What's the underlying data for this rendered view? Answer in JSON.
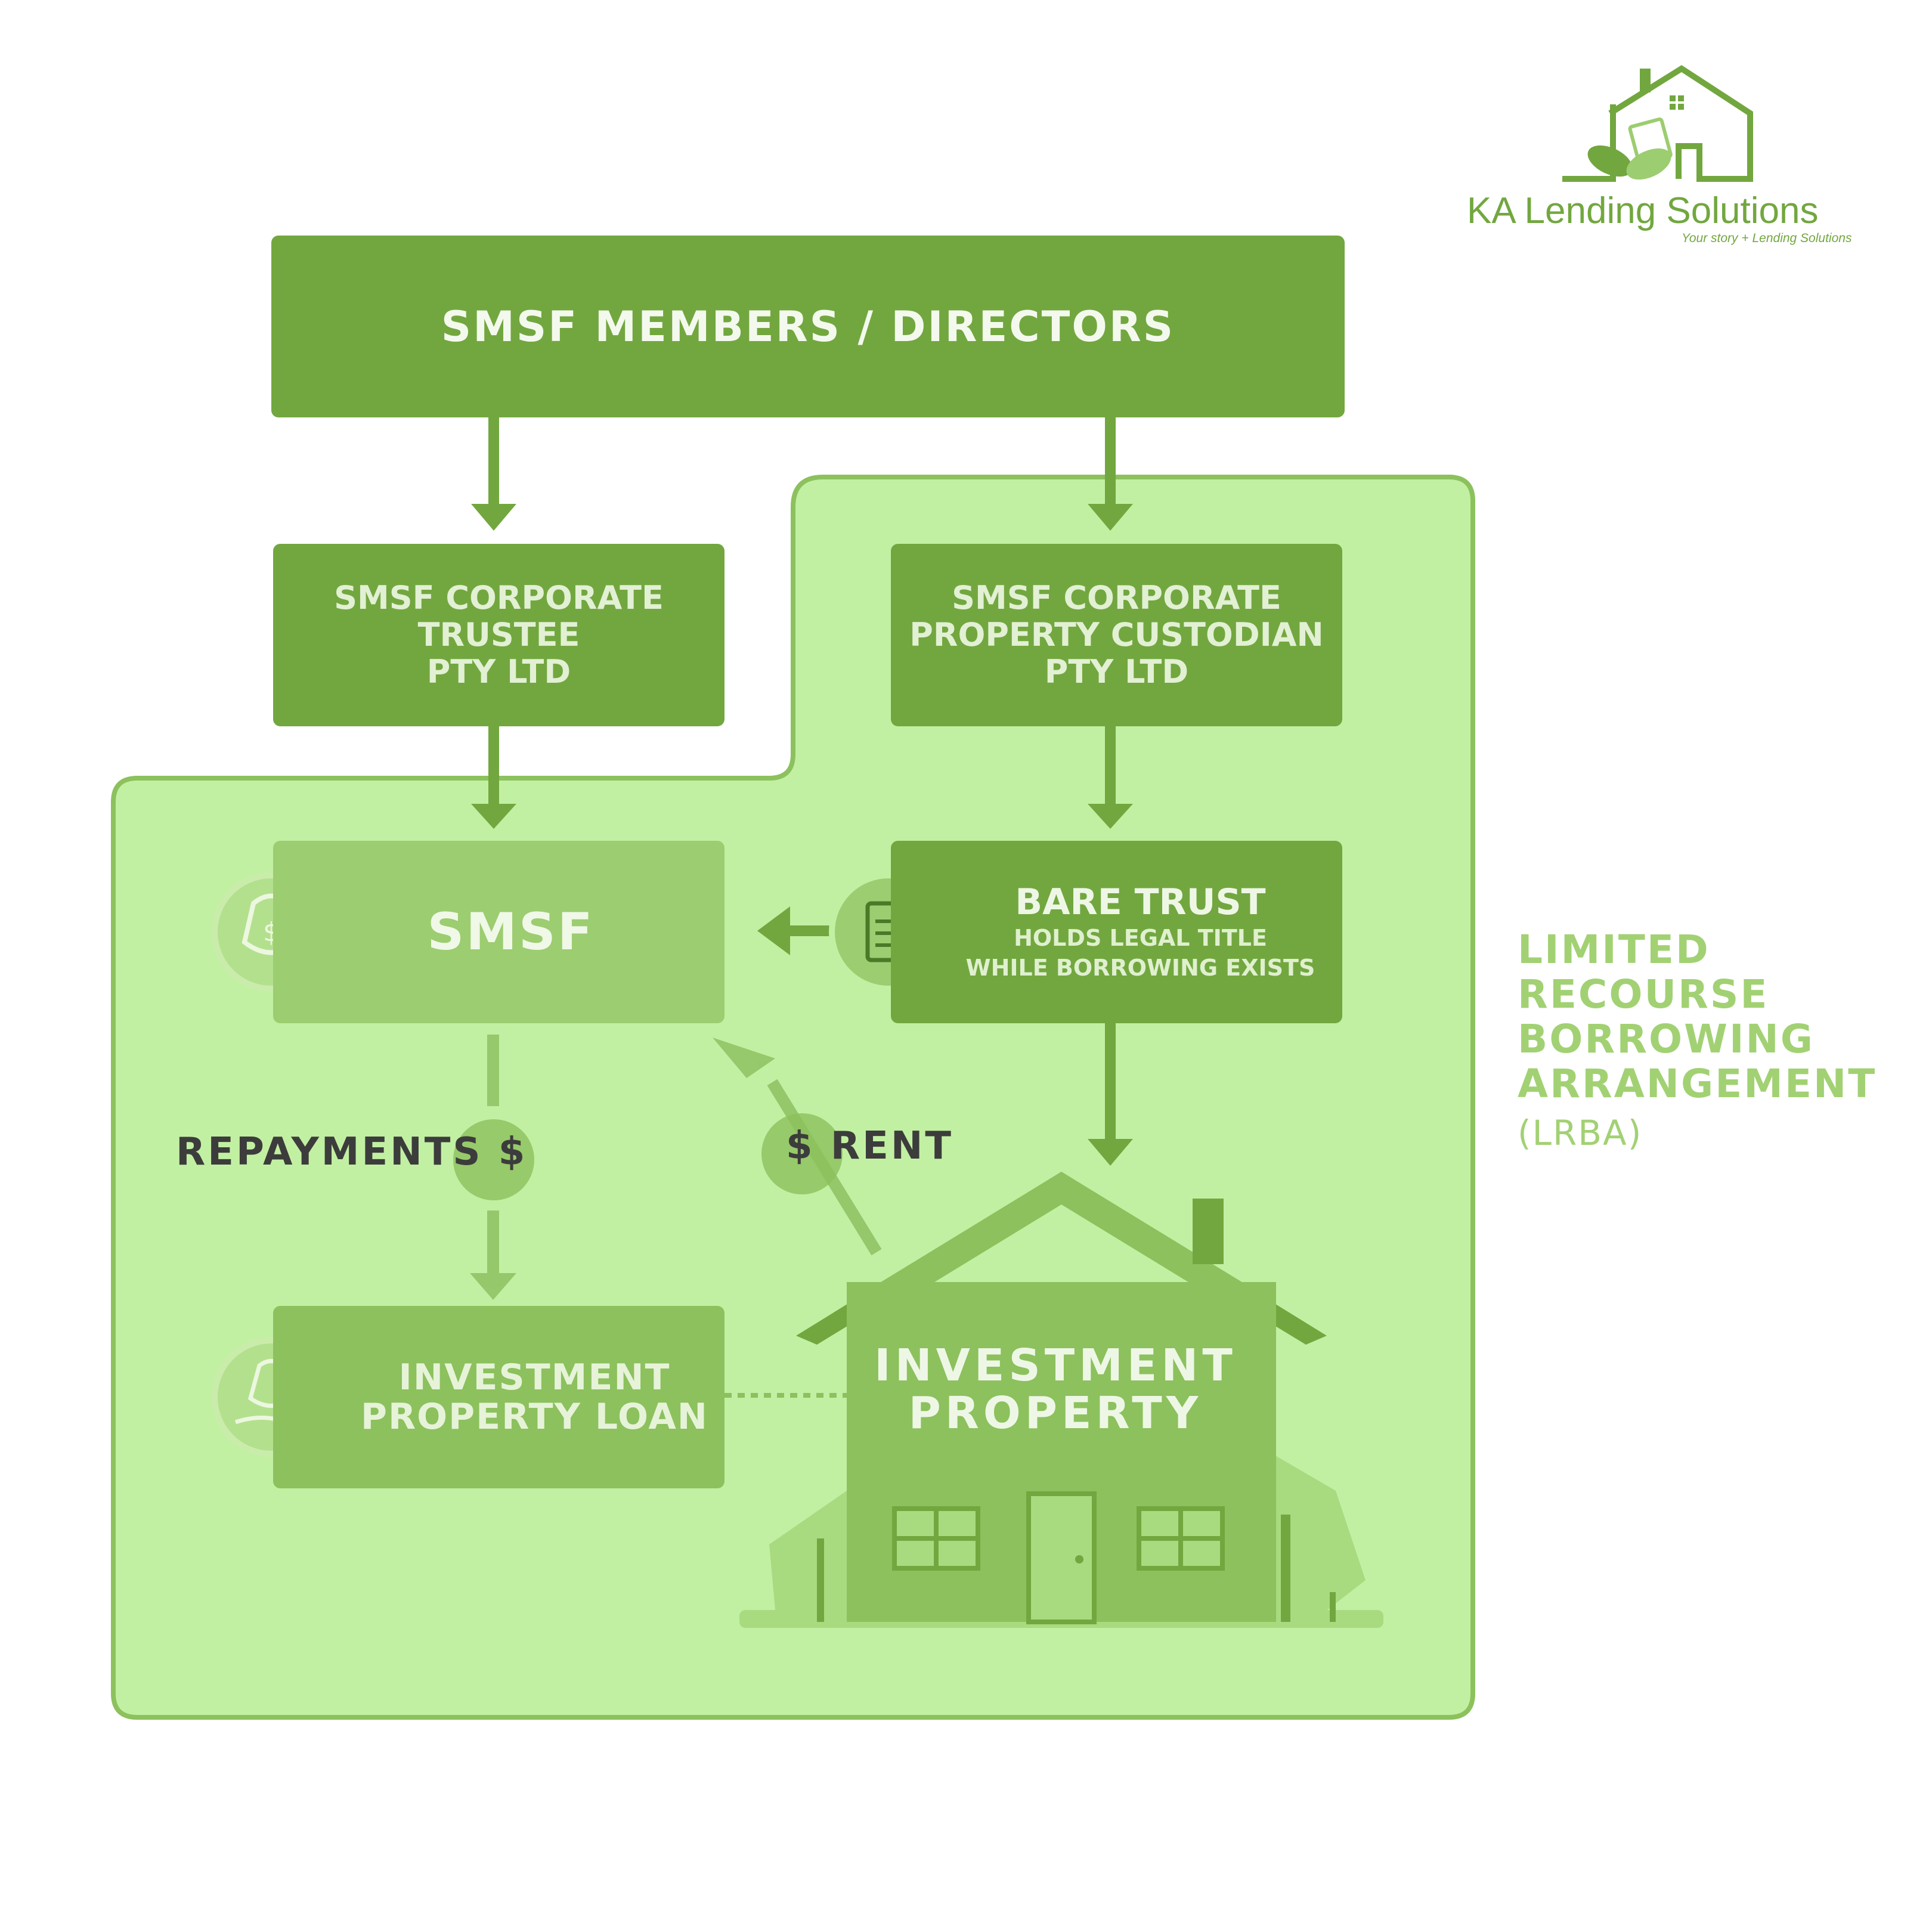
{
  "brand": {
    "name": "KA Lending Solutions",
    "tagline": "Your story + Lending Solutions",
    "logo_icon": "house-with-money-leaf-icon",
    "color": "#72a73f"
  },
  "members": {
    "label": "SMSF MEMBERS / DIRECTORS"
  },
  "trustee": {
    "line1": "SMSF CORPORATE",
    "line2": "TRUSTEE",
    "line3": "PTY LTD"
  },
  "custodian": {
    "line1": "SMSF CORPORATE",
    "line2": "PROPERTY CUSTODIAN",
    "line3": "PTY LTD"
  },
  "smsf": {
    "label": "SMSF",
    "icon": "money-bag-icon"
  },
  "bare_trust": {
    "title": "BARE TRUST",
    "line1": "HOLDS LEGAL TITLE",
    "line2": "WHILE BORROWING EXISTS",
    "icon": "document-icon"
  },
  "loan": {
    "line1": "INVESTMENT",
    "line2": "PROPERTY LOAN",
    "icon": "hand-money-bag-icon"
  },
  "flows": {
    "repayments": "REPAYMENTS $",
    "rent": "$ RENT"
  },
  "property": {
    "line1": "INVESTMENT",
    "line2": "PROPERTY"
  },
  "lrba": {
    "line1": "LIMITED",
    "line2": "RECOURSE",
    "line3": "BORROWING",
    "line4": "ARRANGEMENT",
    "abbr": "(LRBA)"
  },
  "colors": {
    "dark_green": "#72a73f",
    "mid_green": "#8cc15d",
    "light_green": "#9ccd70",
    "region": "#c2f0a2",
    "text_dark": "#3c3c3c"
  }
}
